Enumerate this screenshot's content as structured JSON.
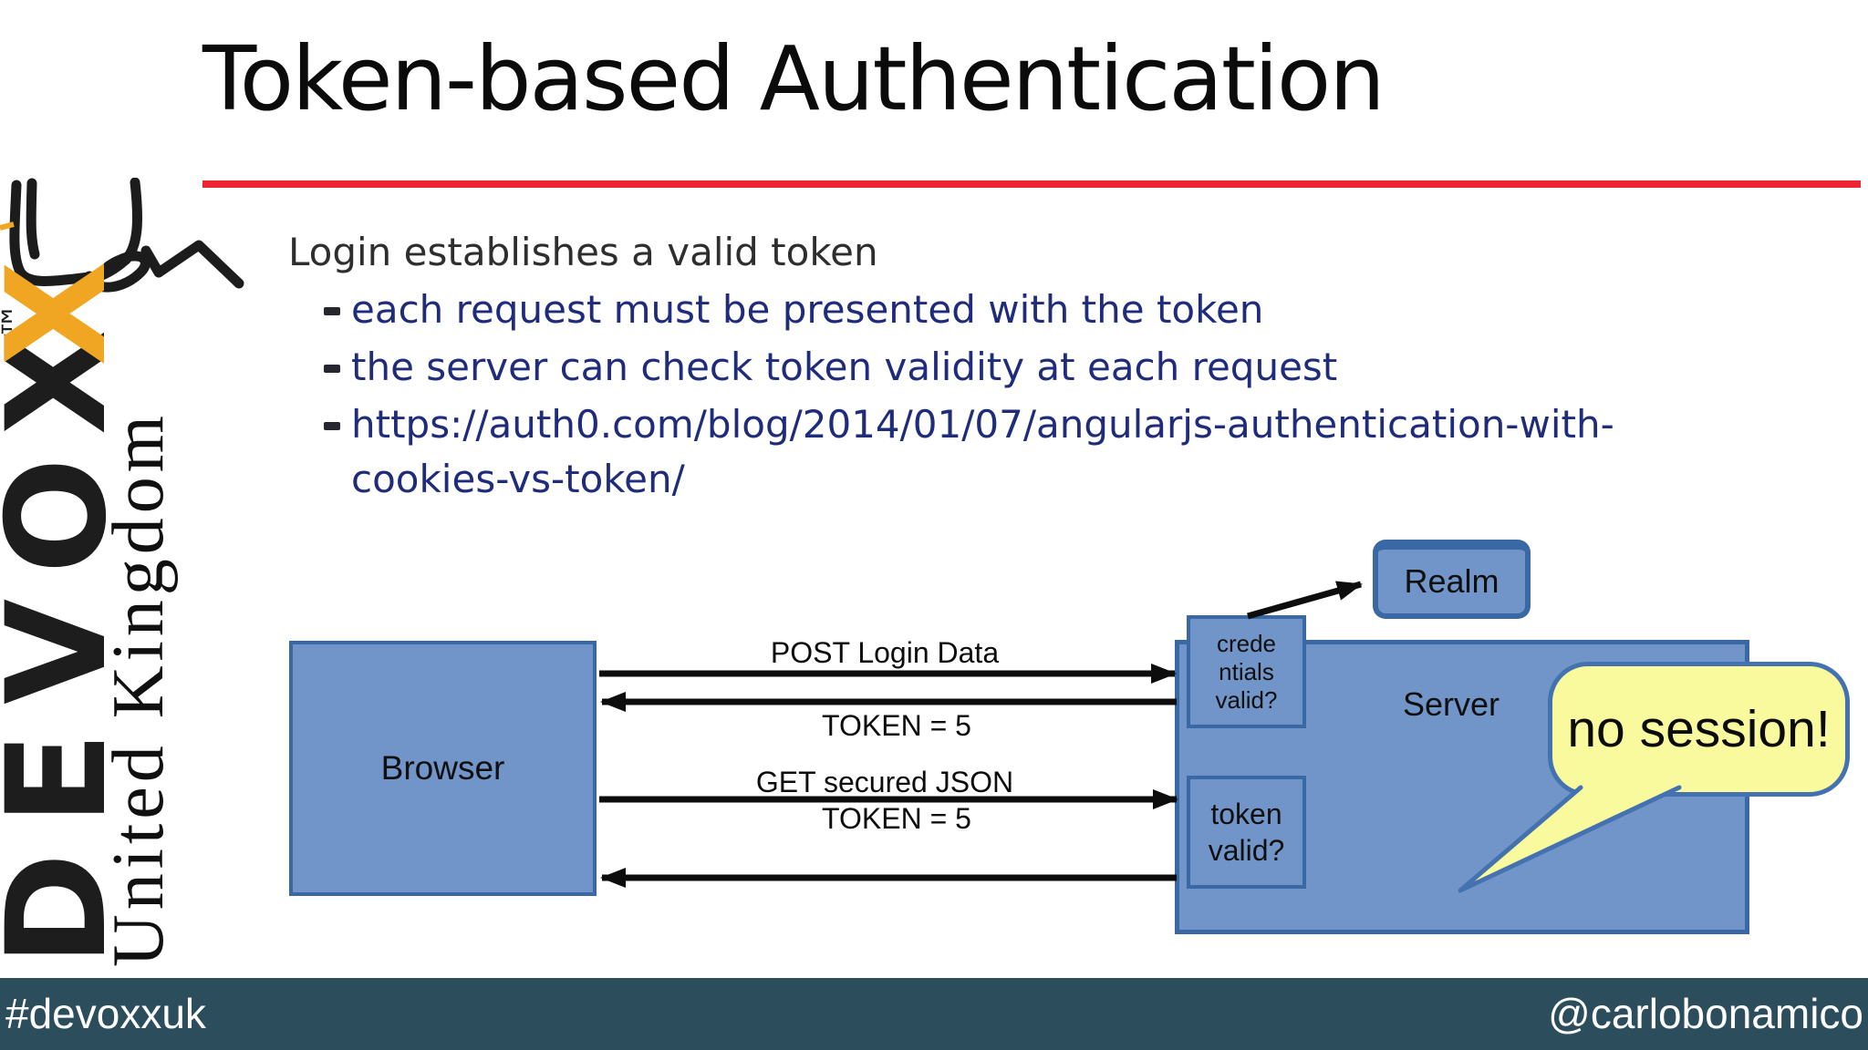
{
  "slide": {
    "title": "Token-based Authentication",
    "accent_color": "#ed2533"
  },
  "logo": {
    "brand_prefix": "DEVO",
    "brand_x_black": "X",
    "brand_x_orange": "X",
    "trademark": "™",
    "region": "United Kingdom",
    "orange_color": "#f0a622"
  },
  "bullets": {
    "intro": "Login establishes a valid token",
    "items": [
      "each request must be presented with the token",
      "the server can check token validity at each request",
      "https://auth0.com/blog/2014/01/07/angularjs-authentication-with-",
      "cookies-vs-token/"
    ],
    "text_color": "#1f2b7b"
  },
  "diagram": {
    "browser_label": "Browser",
    "server_label": "Server",
    "credentials_box": {
      "line1": "crede",
      "line2": "ntials",
      "line3": "valid?"
    },
    "token_box": {
      "line1": "token",
      "line2": "valid?"
    },
    "realm_label": "Realm",
    "bubble_text": "no session!",
    "arrow1_label": "POST Login Data",
    "arrow2_label": "TOKEN = 5",
    "arrow3_label": "GET secured JSON",
    "arrow4_label": "TOKEN = 5",
    "box_fill": "#7195c8",
    "box_border": "#3a68a5",
    "bubble_fill": "#f9fa9d",
    "bubble_border": "#4472b0"
  },
  "footer": {
    "hashtag": "#devoxxuk",
    "handle": "@carlobonamico",
    "bar_color": "#2b4d5c"
  }
}
